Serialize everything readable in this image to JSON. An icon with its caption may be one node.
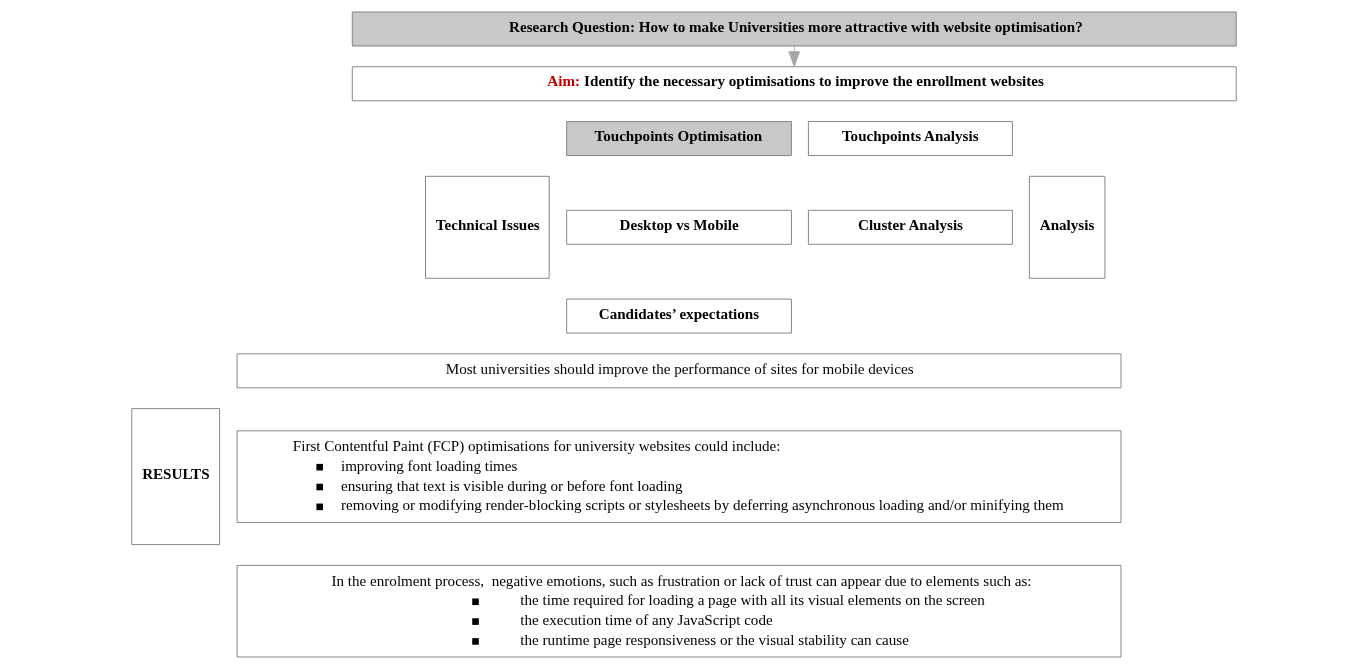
{
  "diagram": {
    "nodes": [
      {
        "text": [
          "Research Question: How to make Universities more attractive with website optimisation?"
        ]
      },
      {
        "text": [
          "Aim: Identify the necessary optimisations to improve the enrollment websites"
        ]
      },
      {
        "text": [
          "Technical Issues"
        ]
      },
      {
        "text": [
          "Touchpoints Optimisation"
        ]
      },
      {
        "text": [
          "Desktop vs Mobile"
        ]
      },
      {
        "text": [
          "Candidates’ expectations"
        ]
      },
      {
        "text": [
          "Analysis"
        ]
      },
      {
        "text": [
          "Touchpoints Analysis"
        ]
      },
      {
        "text": [
          "Cluster Analysis"
        ]
      },
      {
        "text": [
          "RESULTS"
        ]
      },
      {
        "text": [
          "Most universities should improve the performance of sites for mobile devices"
        ]
      },
      {
        "text": [
          "First Contentful Paint (FCP) optimisations for university websites could include:",
          "improving font loading times",
          "ensuring that text is visible during or before font loading",
          "removing or modifying render-blocking scripts or stylesheets by deferring asynchronous loading and/or minifying them"
        ]
      },
      {
        "text": [
          "In the enrolment process,  negative emotions, such as frustration or lack of trust can appear due to elements such as:",
          "the time required for loading a page with all its visual elements on the screen",
          "the execution time of any JavaScript code",
          "the runtime page responsiveness or the visual stability can cause"
        ]
      }
    ],
    "edges": [
      {
        "from": 0,
        "to": 1,
        "arrow": "to"
      }
    ]
  }
}
